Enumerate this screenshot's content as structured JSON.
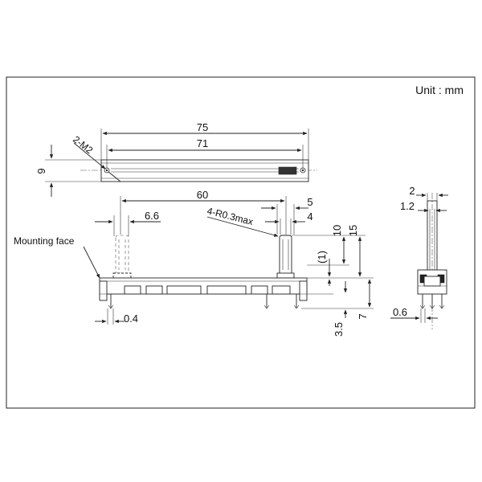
{
  "drawing": {
    "unit_label": "Unit : mm",
    "mounting_face_label": "Mounting face",
    "callouts": {
      "screw_holes": "2-M2",
      "corner_radius": "4-R0.3max"
    },
    "dimensions": {
      "overall_length": "75",
      "inner_length": "71",
      "width": "9",
      "travel": "60",
      "knob_width": "6.6",
      "dim_5": "5",
      "dim_4": "4",
      "dim_10": "10",
      "dim_15": "15",
      "dim_1_ref": "(1)",
      "dim_7": "7",
      "dim_3_5": "3.5",
      "pin_offset": "0.4",
      "side_2": "2",
      "side_1_2": "1.2",
      "side_0_6": "0.6"
    }
  }
}
